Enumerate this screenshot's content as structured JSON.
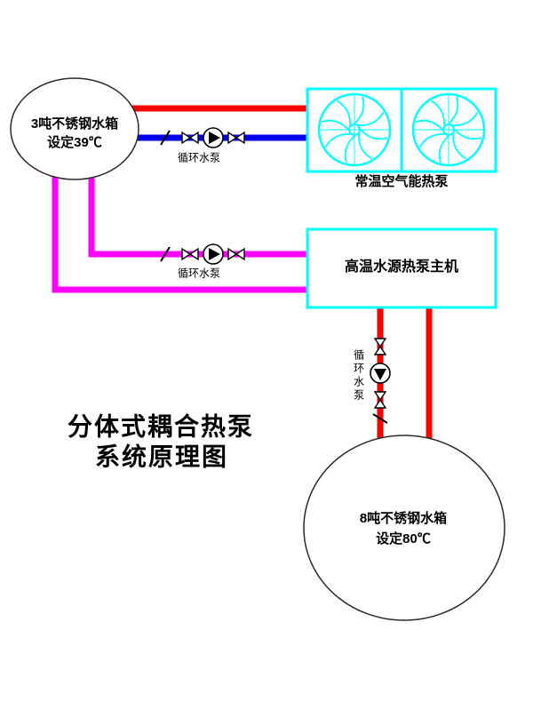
{
  "diagram": {
    "title_line1": "分体式耦合热泵",
    "title_line2": "系统原理图"
  },
  "tank_top": {
    "name_line": "3吨不锈钢水箱",
    "setpoint_line": "设定39℃"
  },
  "tank_bottom": {
    "name_line": "8吨不锈钢水箱",
    "setpoint_line": "设定80℃"
  },
  "units": {
    "air_source_heat_pump_label": "常温空气能热泵",
    "water_source_heat_pump_label": "高温水源热泵主机"
  },
  "pumps": {
    "top_loop_label": "循环水泵",
    "middle_loop_label": "循环水泵",
    "bottom_loop_label": "循环水泵"
  },
  "icons": {
    "fan": "fan-icon",
    "pump": "pump-icon",
    "valve": "valve-icon",
    "check_valve": "check-valve-icon"
  },
  "colors": {
    "pipe_red": "#ff0000",
    "pipe_blue": "#0000ee",
    "pipe_magenta": "#ff00ff",
    "unit_outline_cyan": "#00ffff",
    "line_black": "#000000",
    "background": "#ffffff"
  }
}
